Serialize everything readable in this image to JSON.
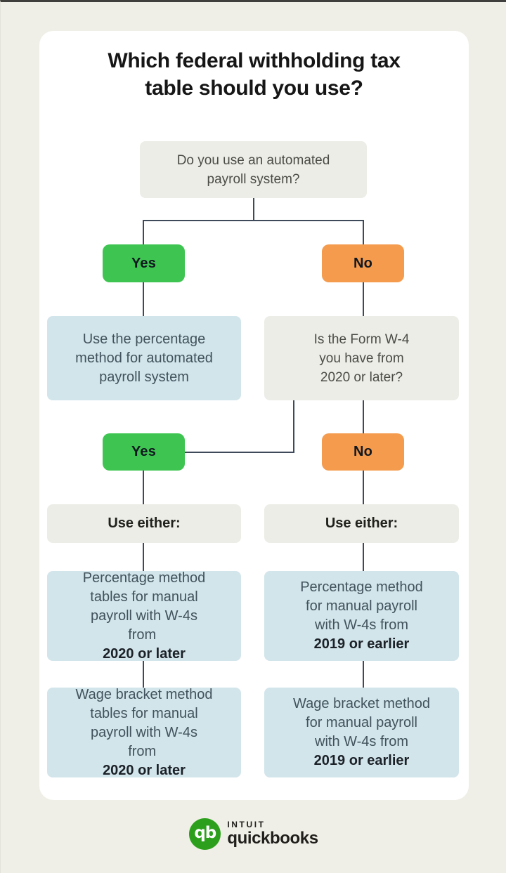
{
  "title": {
    "line1": "Which federal withholding tax",
    "line2": "table should you use?"
  },
  "flow": {
    "question1": {
      "lines": [
        "Do you use an automated",
        "payroll system?"
      ]
    },
    "branch1": {
      "yes": "Yes",
      "no": "No"
    },
    "automated_result": {
      "lines": [
        "Use the percentage",
        "method for automated",
        "payroll system"
      ]
    },
    "question2": {
      "lines": [
        "Is the Form W-4",
        "you have from",
        "2020 or later?"
      ]
    },
    "branch2": {
      "yes": "Yes",
      "no": "No"
    },
    "use_either": {
      "left": "Use either:",
      "right": "Use either:"
    },
    "options": {
      "left_percentage": {
        "lines": [
          "Percentage method",
          "tables for manual",
          "payroll with W-4s"
        ],
        "tail_normal": "from",
        "tail_bold": "2020 or later"
      },
      "right_percentage": {
        "lines": [
          "Percentage method",
          "for manual payroll",
          "with W-4s from"
        ],
        "tail_normal": "",
        "tail_bold": "2019 or earlier"
      },
      "left_wage": {
        "lines": [
          "Wage bracket method",
          "tables for manual",
          "payroll with W-4s"
        ],
        "tail_normal": "from",
        "tail_bold": "2020 or later"
      },
      "right_wage": {
        "lines": [
          "Wage bracket method",
          "for manual payroll",
          "with W-4s from"
        ],
        "tail_normal": "",
        "tail_bold": "2019 or earlier"
      }
    }
  },
  "footer": {
    "monogram": "qb",
    "brand_top": "INTUIT",
    "brand_bottom": "quickbooks"
  },
  "colors": {
    "page_background": "#F0EFE7",
    "card_background": "#FFFFFF",
    "question_box": "#EDEDE7",
    "result_box_blue": "#D2E5EB",
    "yes_green": "#3EC551",
    "no_orange": "#F49B4D",
    "connector_line": "#3E4A59",
    "quickbooks_green": "#2CA01C"
  }
}
